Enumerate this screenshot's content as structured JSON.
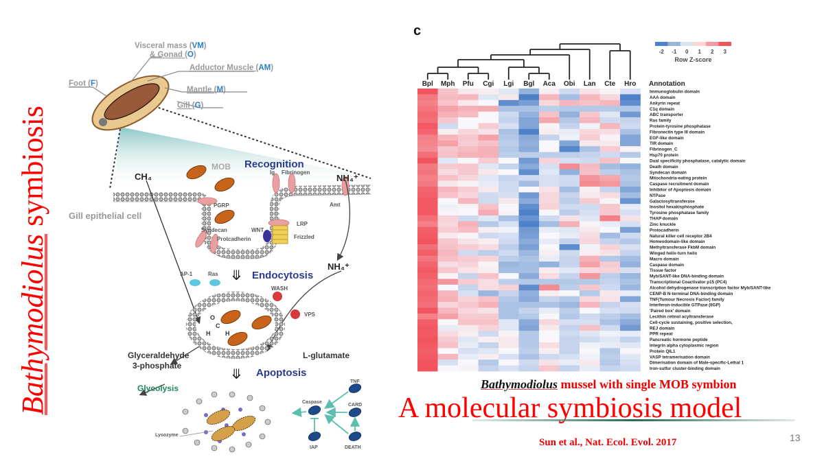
{
  "slide": {
    "side_title_italic": "Bathymodiolus",
    "side_title_rest": " symbiosis",
    "caption_italic": "Bathymodiolus",
    "caption_rest": " mussel with single MOB symbion",
    "main_title": "A molecular symbiosis model",
    "citation": "Sun et al., Nat. Ecol. Evol. 2017",
    "page_number": "13"
  },
  "diagram": {
    "anatomy": {
      "visceral_mass": "Visceral mass (",
      "visceral_mass_abbr": "VM",
      "gonad": "& Gonad (",
      "gonad_abbr": "O",
      "adductor": "Adductor Muscle (",
      "adductor_abbr": "AM",
      "foot": "Foot (",
      "foot_abbr": "F",
      "mantle": "Mantle (",
      "mantle_abbr": "M",
      "gill": "Gill (",
      "gill_abbr": "G",
      "close": ")"
    },
    "labels": {
      "ch4": "CH₄",
      "mob": "MOB",
      "recognition": "Recognition",
      "ig": "Ig",
      "fibrinogen": "Fibrinogen",
      "nh4_top": "NH₄⁺",
      "amt": "Amt",
      "pgrp": "PGRP",
      "gill_cell": "Gill epithelial cell",
      "syndecan": "Syndecan",
      "wnt": "WNT",
      "lrp": "LRP",
      "frizzled": "Frizzled",
      "protcadherin": "Protcadherin",
      "nh4_mid": "NH₄⁺",
      "ap1": "AP-1",
      "ras": "Ras",
      "endocytosis": "Endocytosis",
      "wash": "WASH",
      "vps": "VPS",
      "o": "O",
      "c": "C",
      "h1": "H",
      "h2": "H",
      "glyceraldehyde": "Glyceraldehyde",
      "phosphate": "3-phosphate",
      "l_glutamate": "L-glutamate",
      "apoptosis": "Apoptosis",
      "glycolysis": "Glycolysis",
      "tnf": "TNF",
      "caspase": "Caspase",
      "card": "CARD",
      "lysozyme": "Lysozyme",
      "iap": "IAP",
      "death": "DEATH"
    },
    "colors": {
      "accent_blue": "#2a7fc4",
      "process_blue": "#2b3a8f",
      "glycolysis_green": "#1f8a5a",
      "mob_orange": "#c8641a",
      "receptor_pink": "#e8a0a0",
      "teal": "#5bbfb0"
    }
  },
  "chart_data": {
    "type": "heatmap",
    "panel_label": "c",
    "title": "",
    "xlabel": "",
    "ylabel": "",
    "annotation_header": "Annotation",
    "legend": {
      "title": "Row Z-score",
      "ticks": [
        "-2",
        "-1",
        "0",
        "1",
        "2",
        "3"
      ],
      "placement": "top-right",
      "colors": [
        "#4f81c8",
        "#97b3dc",
        "#dbe6f3",
        "#f9d6da",
        "#f59aa2",
        "#f2545e"
      ]
    },
    "zlim": [
      -2,
      3
    ],
    "columns": [
      "Bpl",
      "Mph",
      "Pfu",
      "Cgi",
      "Lgi",
      "Bgl",
      "Aca",
      "Obi",
      "Lan",
      "Cte",
      "Hro"
    ],
    "rows": [
      "Immunoglobulin domain",
      "AAA domain",
      "Ankyrin repeat",
      "C1q domain",
      "ABC transporter",
      "Ras family",
      "Protein-tyrosine phosphatase",
      "Fibronectin type III domain",
      "EGF-like domain",
      "TIR domain",
      "Fibrinogen_C",
      "Hsp70 protein",
      "Dual specificity phosphatase, catalytic domain",
      "Death domain",
      "Syndecan domain",
      "Mitochondria-eating protein",
      "Caspase recruitment domain",
      "Inhibitor of Apoptosis domain",
      "NTPase",
      "Galactosyltransferase",
      "Inositol hexakisphosphate",
      "Tyrosine phosphatase family",
      "THAP domain",
      "Zinc knuckle",
      "Protocadherin",
      "Natural killer cell receptor 2B4",
      "Homeodomain-like domain",
      "Methyltransferase FkbM domain",
      "Winged helix-turn helix",
      "Macro domain",
      "Caspase domain",
      "Tissue factor",
      "Myb/SANT-like DNA-binding domain",
      "Transcriptional Coactivator p15 (PC4)",
      "Alcohol dehydrogenase transcription factor Myb/SANT-like",
      "CENP-B N-terminal DNA-binding domain",
      "TNF(Tumour Necrosis Factor) family",
      "Interferon-inducible GTPase (IIGP)",
      "'Paired box' domain",
      "Lecithin retinol acyltransferase",
      "Cell-cycle sustaining, positive selection,",
      "REJ domain",
      "PPR repeat",
      "Pancreatic hormone peptide",
      "Integrin alpha cytoplasmic region",
      "Protein QIL1",
      "VASP tetramerisation domain",
      "Dimerisation domain of Male-specific-Lethal 1",
      "Iron-sulfur cluster-binding domain"
    ],
    "values": [
      [
        3.0,
        1.0,
        0.3,
        0.2,
        -0.3,
        -1.2,
        0.2,
        -0.5,
        0.4,
        0.1,
        -0.4
      ],
      [
        2.3,
        1.1,
        1.2,
        -0.3,
        0.3,
        -2.0,
        1.2,
        -1.0,
        1.2,
        0.6,
        -2.2
      ],
      [
        2.2,
        1.0,
        0.3,
        0.0,
        -1.8,
        -1.5,
        0.6,
        1.2,
        1.0,
        1.2,
        -1.8
      ],
      [
        2.4,
        1.6,
        1.3,
        1.4,
        -0.9,
        -0.9,
        -0.7,
        -0.8,
        -0.8,
        -0.8,
        -0.8
      ],
      [
        2.6,
        1.3,
        1.1,
        0.0,
        -0.5,
        -1.2,
        1.0,
        -1.2,
        0.9,
        -0.3,
        -1.6
      ],
      [
        2.5,
        0.9,
        0.0,
        0.0,
        -0.6,
        -1.4,
        1.5,
        -0.8,
        1.2,
        -0.5,
        -0.6
      ],
      [
        2.9,
        -0.5,
        0.0,
        0.8,
        -0.4,
        -1.4,
        0.1,
        -0.6,
        -0.1,
        1.2,
        -0.5
      ],
      [
        2.7,
        0.2,
        0.6,
        0.4,
        -0.9,
        -2.2,
        0.2,
        -0.2,
        0.6,
        0.5,
        -0.9
      ],
      [
        2.2,
        1.2,
        0.9,
        1.6,
        -0.8,
        -1.3,
        -0.6,
        -0.1,
        0.8,
        0.1,
        -1.4
      ],
      [
        2.1,
        1.6,
        0.8,
        1.0,
        -0.7,
        -1.2,
        0.0,
        -1.4,
        0.3,
        0.3,
        -1.4
      ],
      [
        2.0,
        0.9,
        1.1,
        1.3,
        -0.8,
        -1.3,
        0.0,
        -1.9,
        -0.9,
        0.8,
        0.1
      ],
      [
        2.5,
        1.0,
        1.3,
        1.3,
        -0.7,
        -0.7,
        -0.7,
        -0.7,
        -0.6,
        -0.5,
        -0.8
      ],
      [
        3.0,
        -0.3,
        0.0,
        0.8,
        0.0,
        -1.6,
        0.7,
        -0.4,
        -0.5,
        1.0,
        0.0
      ],
      [
        2.3,
        0.8,
        0.9,
        -0.3,
        -0.6,
        -1.3,
        -0.4,
        2.0,
        1.1,
        -1.0,
        -1.2
      ],
      [
        2.4,
        0.5,
        0.9,
        0.3,
        0.0,
        -1.8,
        -0.3,
        -1.2,
        1.0,
        -0.7,
        -0.9
      ],
      [
        2.2,
        1.0,
        0.6,
        -0.3,
        -0.6,
        -0.5,
        -0.4,
        -0.5,
        1.8,
        1.5,
        -0.8
      ],
      [
        2.3,
        0.3,
        0.1,
        -0.2,
        -0.5,
        -1.0,
        -0.4,
        -0.5,
        2.0,
        1.8,
        -0.9
      ],
      [
        2.7,
        1.2,
        0.8,
        0.3,
        -0.5,
        0.0,
        0.4,
        -1.0,
        0.2,
        -0.6,
        -1.4
      ],
      [
        2.8,
        1.0,
        0.6,
        -0.5,
        -0.4,
        -1.6,
        0.6,
        -0.6,
        0.3,
        0.5,
        -1.0
      ],
      [
        2.9,
        0.0,
        1.2,
        -0.5,
        0.3,
        -1.3,
        0.6,
        -0.7,
        0.8,
        0.1,
        -1.7
      ],
      [
        2.9,
        -0.1,
        0.1,
        1.0,
        0.0,
        -1.8,
        0.7,
        -0.5,
        -0.5,
        0.9,
        -0.2
      ],
      [
        2.9,
        0.1,
        0.0,
        1.4,
        0.1,
        -2.0,
        0.0,
        -0.7,
        -0.4,
        0.9,
        -0.4
      ],
      [
        2.5,
        0.7,
        -0.5,
        -0.3,
        -0.9,
        -1.7,
        -0.5,
        0.4,
        -0.3,
        2.2,
        0.4
      ],
      [
        2.2,
        0.6,
        1.3,
        -0.8,
        -0.4,
        -2.0,
        -1.0,
        1.3,
        0.1,
        -0.2,
        -0.4
      ],
      [
        2.8,
        0.8,
        1.1,
        0.2,
        -0.1,
        -1.6,
        -0.2,
        -0.3,
        0.3,
        0.0,
        -1.5
      ],
      [
        2.9,
        0.3,
        0.1,
        -0.5,
        -0.4,
        -1.5,
        0.0,
        -0.2,
        0.5,
        -1.0,
        -0.5
      ],
      [
        3.0,
        0.9,
        0.4,
        0.2,
        -0.5,
        -1.3,
        -0.2,
        -0.6,
        0.6,
        -0.6,
        -0.8
      ],
      [
        2.5,
        1.0,
        0.8,
        0.5,
        -0.7,
        -1.5,
        0.0,
        -1.8,
        -0.1,
        0.7,
        -0.4
      ],
      [
        2.8,
        1.2,
        -0.5,
        -0.7,
        -0.5,
        -1.1,
        0.2,
        -0.5,
        0.2,
        0.4,
        -0.6
      ],
      [
        2.4,
        1.0,
        0.8,
        0.7,
        -0.7,
        -0.9,
        -0.2,
        -0.6,
        1.3,
        -0.8,
        -1.0
      ],
      [
        2.7,
        0.5,
        0.7,
        0.1,
        -1.1,
        -1.0,
        -1.2,
        -0.6,
        1.6,
        0.8,
        -1.2
      ],
      [
        2.9,
        0.9,
        0.4,
        0.2,
        -1.0,
        -1.0,
        0.2,
        -0.3,
        0.6,
        0.7,
        -0.4
      ],
      [
        2.8,
        0.1,
        -0.6,
        1.0,
        0.0,
        -1.3,
        0.5,
        -0.6,
        1.8,
        -0.7,
        -1.1
      ],
      [
        2.6,
        1.8,
        0.8,
        0.5,
        -0.7,
        -0.8,
        -0.8,
        -0.8,
        -0.8,
        -0.6,
        -0.9
      ],
      [
        2.5,
        0.0,
        -0.6,
        0.5,
        0.7,
        -1.8,
        2.0,
        -0.7,
        0.9,
        -0.5,
        -1.1
      ],
      [
        2.7,
        1.2,
        -0.4,
        -1.1,
        -0.6,
        -1.2,
        0.2,
        0.0,
        -0.8,
        0.3,
        -0.2
      ],
      [
        2.6,
        1.3,
        0.7,
        1.0,
        -0.8,
        -1.3,
        -0.6,
        -0.8,
        0.6,
        0.4,
        -1.4
      ],
      [
        2.5,
        0.6,
        0.9,
        1.3,
        -0.9,
        -0.9,
        -0.9,
        -1.1,
        1.2,
        -0.6,
        -0.4
      ],
      [
        3.0,
        1.2,
        0.6,
        0.4,
        -0.9,
        -0.6,
        -0.2,
        -0.7,
        0.0,
        -0.4,
        -0.5
      ],
      [
        2.2,
        1.6,
        0.8,
        0.8,
        -0.9,
        -0.8,
        0.0,
        -0.8,
        -0.5,
        -0.7,
        -1.0
      ],
      [
        2.8,
        0.0,
        1.0,
        1.0,
        -0.3,
        -1.3,
        0.6,
        -0.4,
        -0.4,
        -0.9,
        -1.3
      ],
      [
        2.9,
        -0.2,
        0.3,
        0.7,
        -0.3,
        -1.4,
        0.3,
        -0.6,
        1.0,
        -0.5,
        -1.6
      ],
      [
        2.9,
        0.5,
        0.2,
        -0.5,
        0.1,
        -0.8,
        0.0,
        -0.5,
        -0.3,
        -0.1,
        -0.2
      ],
      [
        3.0,
        0.8,
        -0.3,
        0.2,
        0.3,
        -0.8,
        0.0,
        -0.6,
        -0.5,
        -0.3,
        -0.6
      ],
      [
        2.9,
        1.0,
        -0.2,
        -0.6,
        0.3,
        -0.8,
        0.5,
        -0.6,
        -0.1,
        -0.2,
        -0.3
      ],
      [
        2.8,
        0.0,
        -0.4,
        -0.3,
        0.0,
        -0.7,
        0.2,
        -0.6,
        0.0,
        -0.8,
        0.0
      ],
      [
        2.9,
        1.2,
        -0.2,
        0.2,
        -0.4,
        -0.9,
        -0.5,
        -0.4,
        -0.1,
        -0.7,
        -0.3
      ],
      [
        3.0,
        -0.4,
        0.0,
        -0.8,
        0.0,
        -0.5,
        0.4,
        -0.2,
        0.3,
        -0.8,
        -0.4
      ],
      [
        3.0,
        0.0,
        0.1,
        -0.6,
        -0.4,
        -0.6,
        0.9,
        -0.6,
        -0.2,
        -0.6,
        -0.5
      ]
    ],
    "dendrogram": {
      "note": "hierarchical clustering of columns",
      "merges": [
        [
          "Bpl",
          "Mph"
        ],
        [
          "Pfu",
          "Cgi"
        ],
        [
          "Bgl",
          "Aca"
        ],
        [
          "Lgi",
          "Bgl+Aca"
        ],
        [
          "Bpl+Mph",
          "Pfu+Cgi"
        ],
        [
          "Bpl+Mph+Pfu+Cgi",
          "Lgi+Bgl+Aca"
        ],
        [
          "Cte",
          "Hro"
        ],
        [
          "(Bpl..Aca)",
          "Obi"
        ],
        [
          "(Bpl..Obi)",
          "Lan"
        ],
        [
          "(Bpl..Lan)",
          "Cte+Hro"
        ]
      ]
    }
  }
}
